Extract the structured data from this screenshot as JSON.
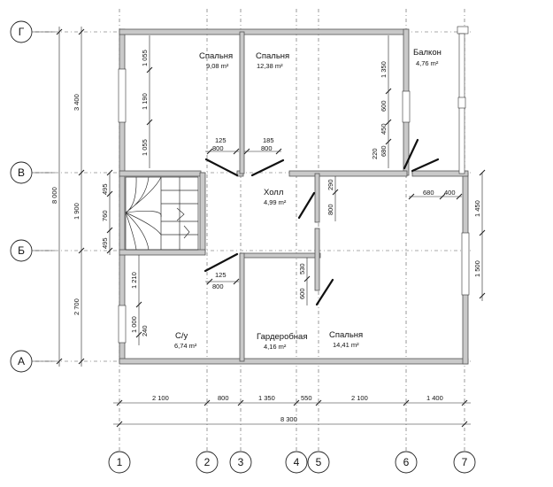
{
  "axes": {
    "letters": [
      "Г",
      "В",
      "Б",
      "А"
    ],
    "numbers": [
      "1",
      "2",
      "3",
      "4",
      "5",
      "6",
      "7"
    ]
  },
  "rooms": [
    {
      "name": "Спальня",
      "area": "9,08 m²"
    },
    {
      "name": "Спальня",
      "area": "12,38 m²"
    },
    {
      "name": "Балкон",
      "area": "4,76 m²"
    },
    {
      "name": "Холл",
      "area": "4,99 m²"
    },
    {
      "name": "С/у",
      "area": "6,74 m²"
    },
    {
      "name": "Гардеробная",
      "area": "4,16 m²"
    },
    {
      "name": "Спальня",
      "area": "14,41 m²"
    }
  ],
  "dims_bottom_segments": [
    "2 100",
    "800",
    "1 350",
    "550",
    "2 100",
    "1 400"
  ],
  "dim_bottom_total": "8 300",
  "dims_left_segments": [
    "3 400",
    "1 900",
    "2 700"
  ],
  "dim_left_total": "8 000",
  "dims_stair": [
    "495",
    "760",
    "495"
  ],
  "dims_right": [
    "1 450",
    "1 500"
  ],
  "dims_inner": {
    "bed1_windows": [
      "1 055",
      "1 190",
      "1 055"
    ],
    "bed2_windows": [
      "1 350",
      "600",
      "450",
      "680",
      "220"
    ],
    "door_a": [
      "125",
      "800"
    ],
    "door_b": [
      "185",
      "800"
    ],
    "door_c": [
      "125",
      "800"
    ],
    "hall_right": [
      "290",
      "800"
    ],
    "wardrobe": [
      "530",
      "600"
    ],
    "wc_window": [
      "1 210",
      "1 000",
      "240"
    ],
    "balcony_wall": [
      "680",
      "400"
    ]
  }
}
